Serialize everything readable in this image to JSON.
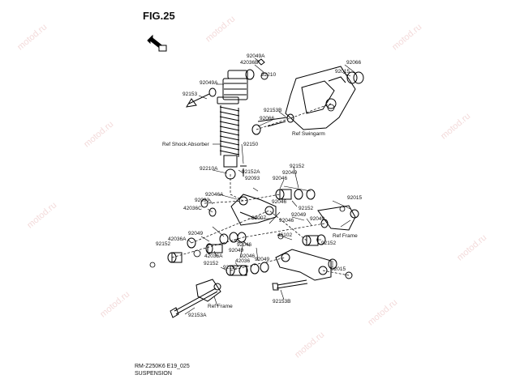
{
  "figure": {
    "title": "FIG.25"
  },
  "watermark": "motod.ru",
  "footer": {
    "code": "RM-Z250K6 E19_025",
    "section": "SUSPENSION"
  },
  "refs": {
    "shock_absorber": "Ref Shock Absorber",
    "swingarm": "Ref Swingarm",
    "frame_left": "Ref Frame",
    "frame_right": "Ref Frame"
  },
  "callouts": [
    "92049A",
    "42036B",
    "92210",
    "92049A",
    "92153",
    "92066",
    "92015",
    "92153B",
    "92066",
    "92150",
    "92210A",
    "92152A",
    "92093",
    "92152",
    "92049",
    "92046",
    "92046A",
    "92093",
    "92015",
    "42036C",
    "39007",
    "92046",
    "92152",
    "92049",
    "92046",
    "92049",
    "92049",
    "42036A",
    "92152",
    "46102",
    "92152",
    "92046",
    "92049",
    "42036A",
    "92046",
    "92049",
    "92015",
    "92152",
    "42036",
    "92152",
    "92153B",
    "92153A"
  ],
  "colors": {
    "line": "#000000",
    "watermark": "#f3dada"
  }
}
